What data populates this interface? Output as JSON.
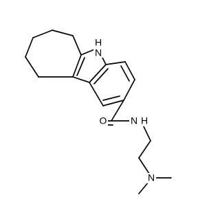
{
  "molecule": {
    "atom_labels": {
      "indole_nh": "H",
      "indole_n": "N",
      "carbonyl_o": "O",
      "amide_n": "N",
      "amide_h": "H",
      "amine_n": "N"
    }
  }
}
